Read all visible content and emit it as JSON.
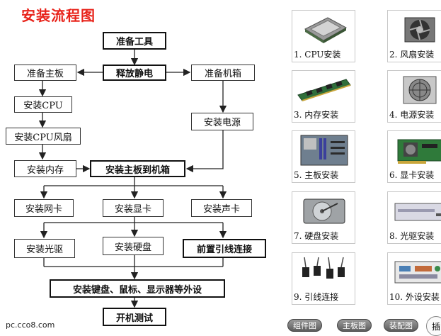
{
  "title": "安装流程图",
  "flow": {
    "prepare_tools": "准备工具",
    "discharge": "释放静电",
    "prepare_board": "准备主板",
    "prepare_case": "准备机箱",
    "install_cpu": "安装CPU",
    "install_cpu_fan": "安装CPU风扇",
    "install_psu": "安装电源",
    "install_memory": "安装内存",
    "board_to_case": "安装主板到机箱",
    "install_nic": "安装网卡",
    "install_gpu": "安装显卡",
    "install_sound": "安装声卡",
    "install_optical": "安装光驱",
    "install_hdd": "安装硬盘",
    "front_cables": "前置引线连接",
    "peripherals": "安装键盘、鼠标、显示器等外设",
    "power_test": "开机测试"
  },
  "gallery": [
    {
      "label": "1. CPU安装",
      "icon": "cpu-icon"
    },
    {
      "label": "2. 风扇安装",
      "icon": "fan-icon"
    },
    {
      "label": "3. 内存安装",
      "icon": "memory-icon"
    },
    {
      "label": "4. 电源安装",
      "icon": "psu-icon"
    },
    {
      "label": "5. 主板安装",
      "icon": "motherboard-icon"
    },
    {
      "label": "6. 显卡安装",
      "icon": "graphics-card-icon"
    },
    {
      "label": "7. 硬盘安装",
      "icon": "hdd-icon"
    },
    {
      "label": "8. 光驱安装",
      "icon": "optical-drive-icon"
    },
    {
      "label": "9. 引线连接",
      "icon": "cables-icon"
    },
    {
      "label": "10. 外设安装",
      "icon": "peripherals-icon"
    }
  ],
  "footer": "pc.cco8.com",
  "nav": {
    "parts": "组件图",
    "board": "主板图",
    "assembly": "装配图",
    "round": "插"
  }
}
